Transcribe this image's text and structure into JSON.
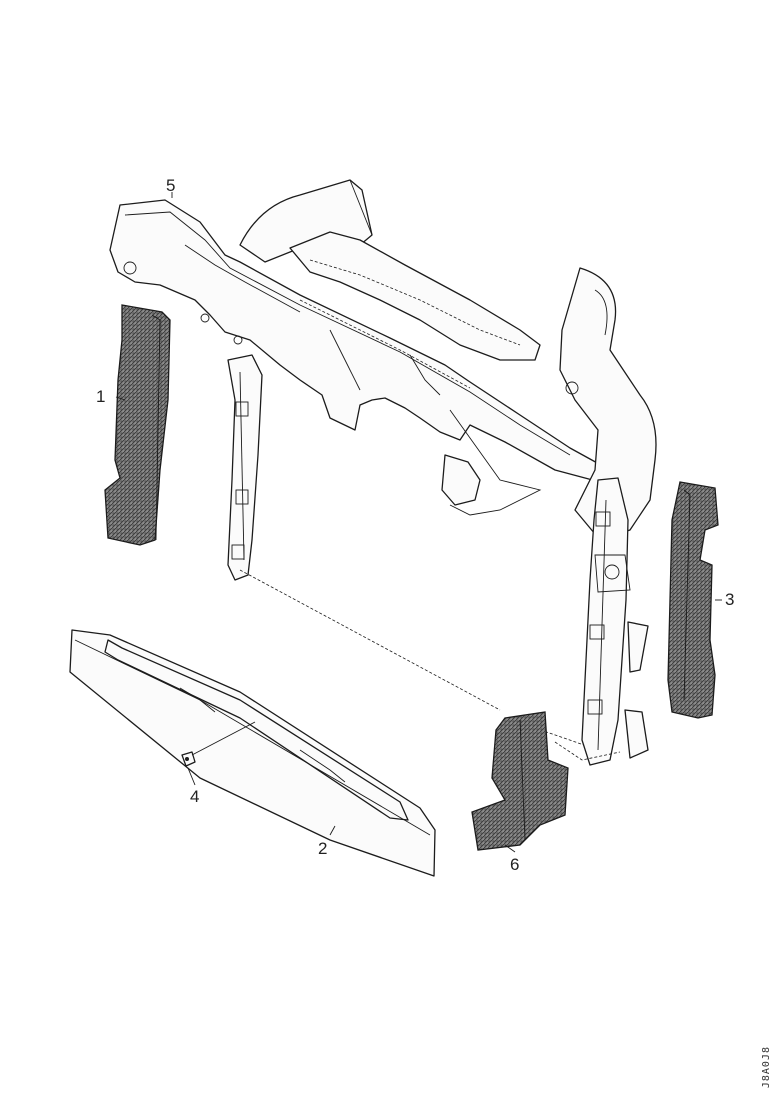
{
  "diagram": {
    "callouts": [
      {
        "id": "1",
        "label": "1"
      },
      {
        "id": "2",
        "label": "2"
      },
      {
        "id": "3",
        "label": "3"
      },
      {
        "id": "4",
        "label": "4"
      },
      {
        "id": "5",
        "label": "5"
      },
      {
        "id": "6",
        "label": "6"
      }
    ],
    "drawing_code": "J8A0J8"
  }
}
